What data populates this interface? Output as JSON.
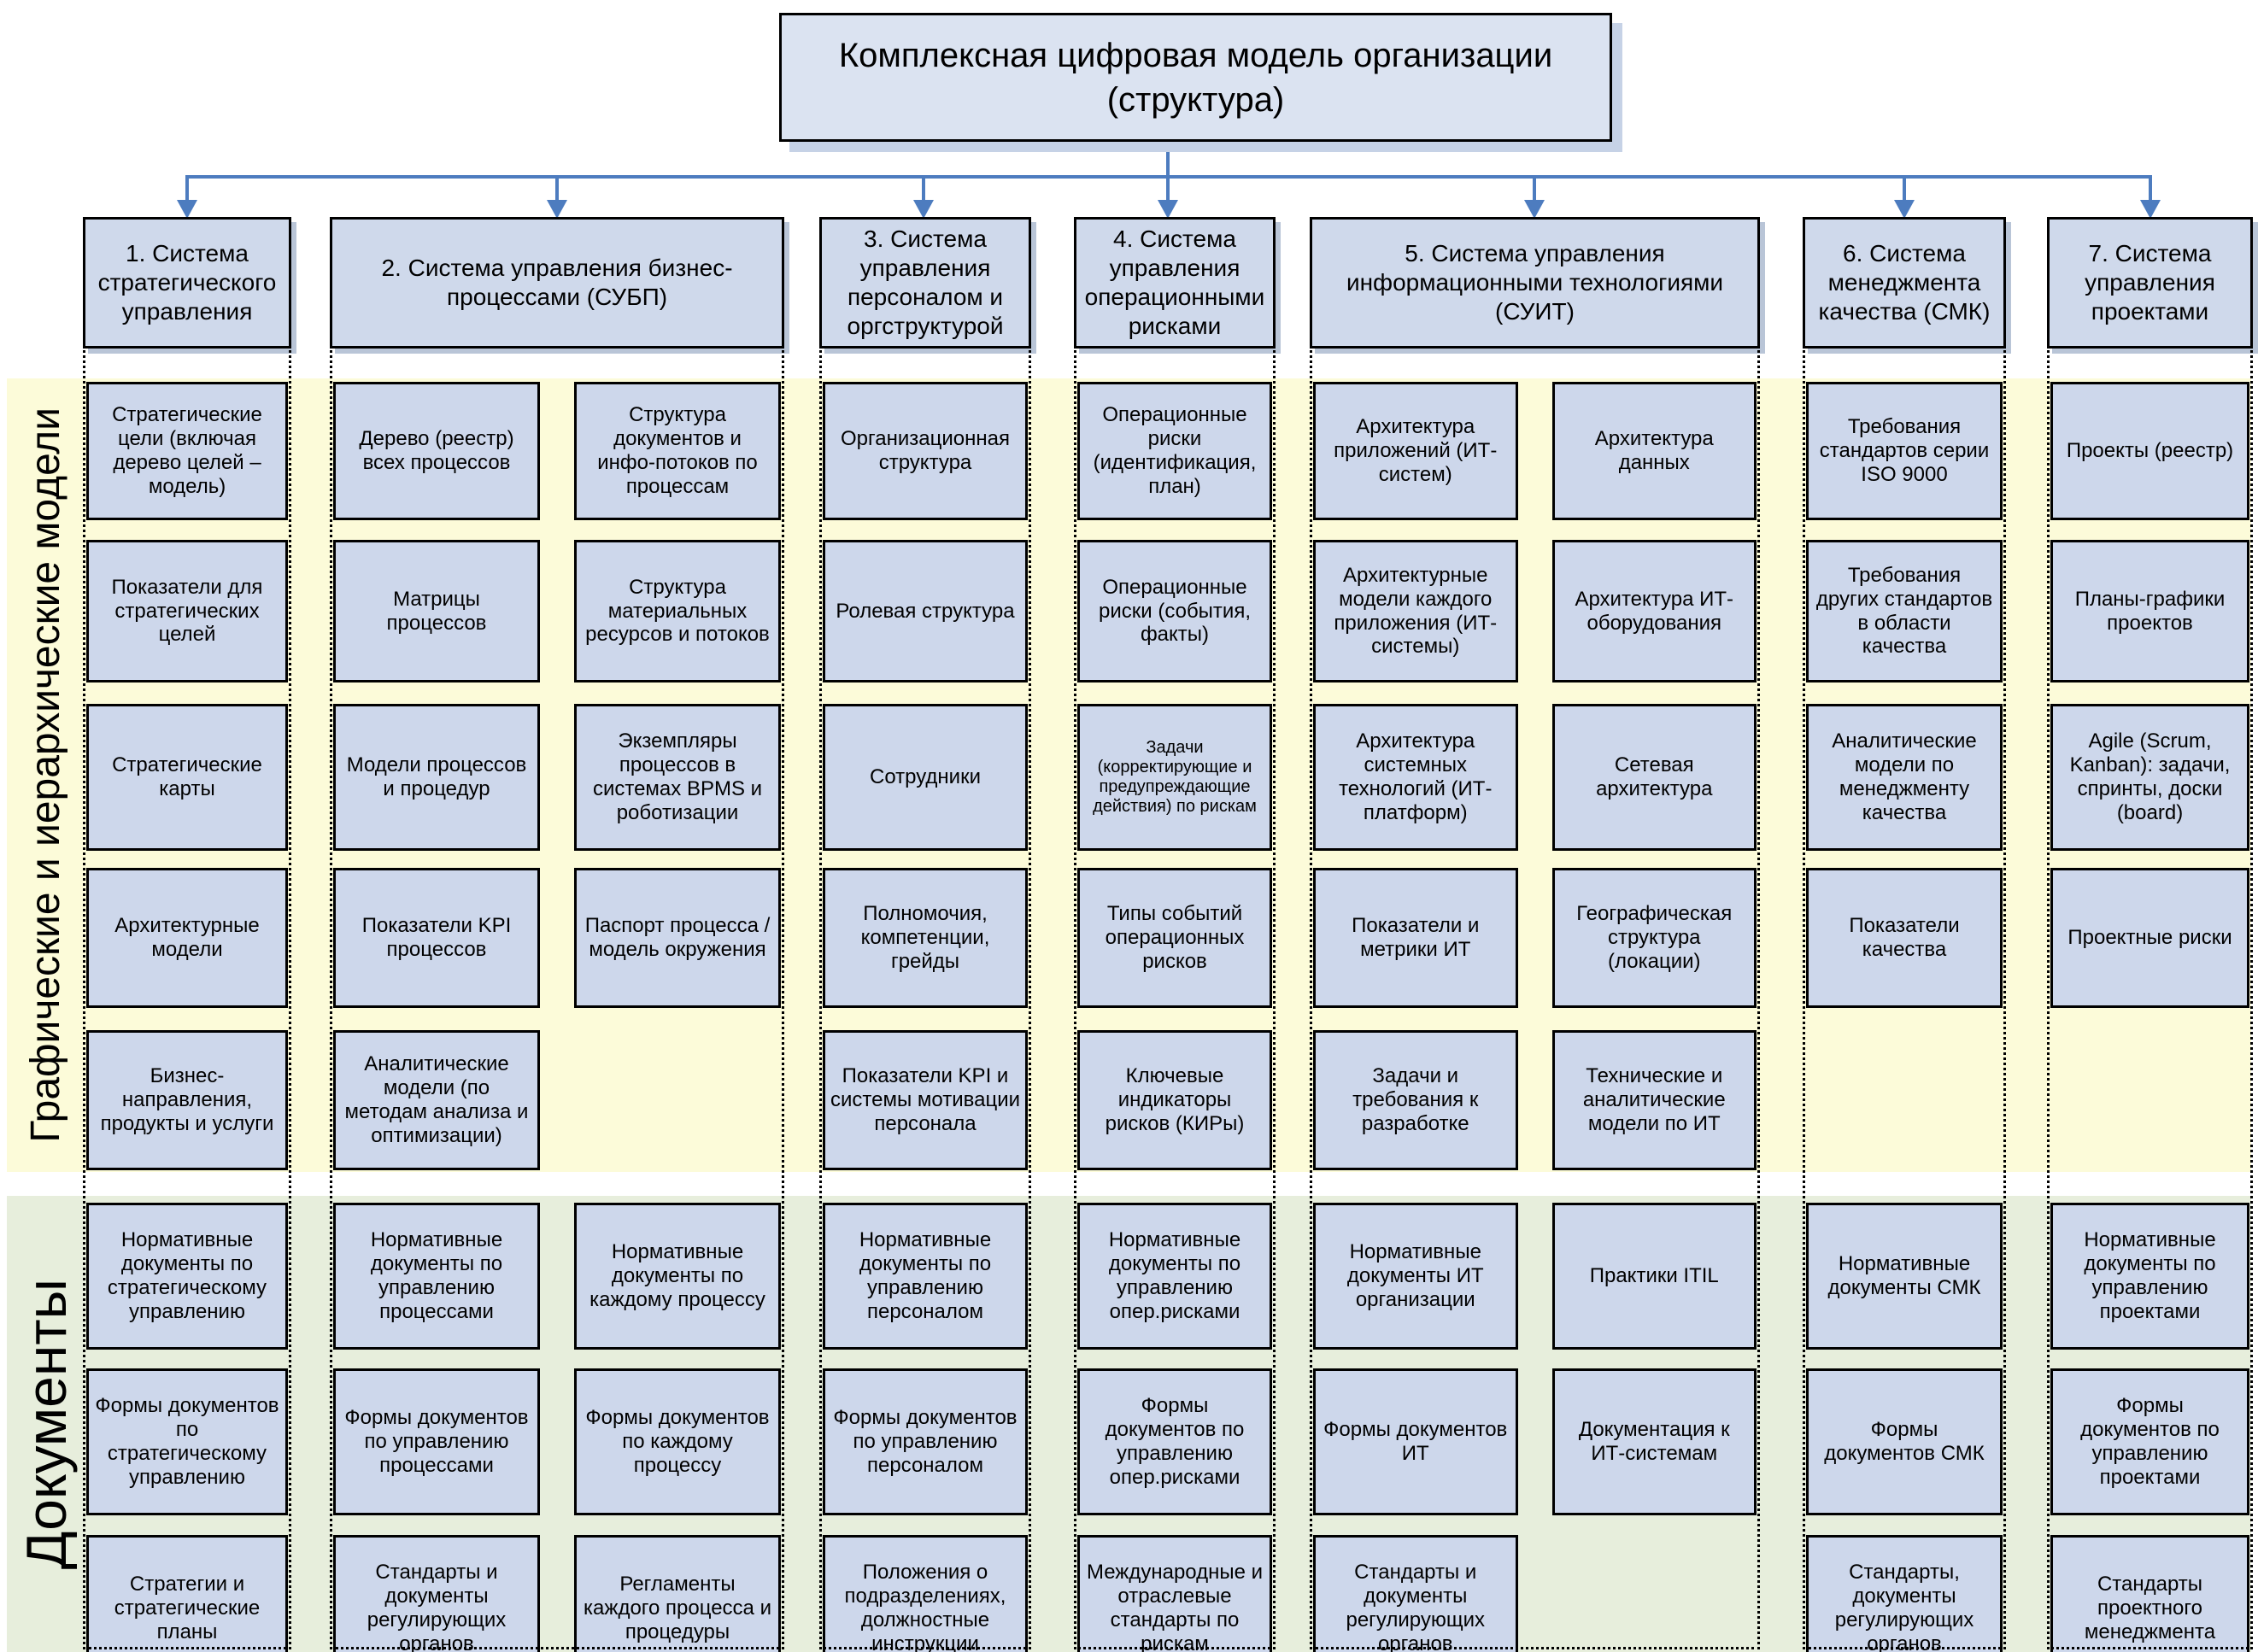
{
  "title": "Комплексная цифровая модель организации (структура)",
  "side_labels": {
    "models": "Графические и иерархические модели",
    "documents": "Документы"
  },
  "colors": {
    "title_fill": "#dbe3f1",
    "header_fill": "#cfd9eb",
    "box_fill": "#cdd7eb",
    "band_yellow": "#fcfbd9",
    "band_green": "#e7eedc",
    "connector_blue": "#4d7cbf",
    "border": "#000000"
  },
  "columns": [
    {
      "header": "1. Система стратегического управления",
      "models": [
        "Стратегические цели (включая дерево целей – модель)",
        "Показатели для стратегических целей",
        "Стратегические карты",
        "Архитектурные модели",
        "Бизнес-направления, продукты и услуги"
      ],
      "documents": [
        "Нормативные документы по стратегическому управлению",
        "Формы документов по стратегическому управлению",
        "Стратегии и стратегические планы"
      ]
    },
    {
      "header": "2. Система управления бизнес-процессами (СУБП)",
      "models_left": [
        "Дерево (реестр) всех процессов",
        "Матрицы процессов",
        "Модели процессов и процедур",
        "Показатели KPI процессов",
        "Аналитические модели (по методам анализа и оптимизации)"
      ],
      "models_right": [
        "Структура документов и инфо-потоков по процессам",
        "Структура материальных ресурсов и потоков",
        "Экземпляры процессов в системах BPMS и роботизации",
        "Паспорт процесса / модель окружения"
      ],
      "documents_left": [
        "Нормативные документы по управлению процессами",
        "Формы документов по управлению процессами",
        "Стандарты и документы регулирующих органов"
      ],
      "documents_right": [
        "Нормативные документы по каждому процессу",
        "Формы документов по каждому процессу",
        "Регламенты каждого процесса и процедуры"
      ]
    },
    {
      "header": "3. Система управления персоналом и оргструктурой",
      "models": [
        "Организационная структура",
        "Ролевая структура",
        "Сотрудники",
        "Полномочия, компетенции, грейды",
        "Показатели KPI и системы мотивации персонала"
      ],
      "documents": [
        "Нормативные документы по управлению персоналом",
        "Формы документов по управлению персоналом",
        "Положения о подразделениях, должностные инструкции"
      ]
    },
    {
      "header": "4. Система управления операционными рисками",
      "models": [
        "Операционные риски (идентификация, план)",
        "Операционные риски (события, факты)",
        "Задачи (корректирующие и предупреждающие действия) по рискам",
        "Типы событий операционных рисков",
        "Ключевые индикаторы рисков (КИРы)"
      ],
      "documents": [
        "Нормативные документы по управлению опер.рисками",
        "Формы документов по управлению опер.рисками",
        "Международные и отраслевые стандарты по рискам"
      ]
    },
    {
      "header": "5. Система управления информационными технологиями (СУИТ)",
      "models_left": [
        "Архитектура приложений (ИТ-систем)",
        "Архитектурные модели каждого приложения (ИТ-системы)",
        "Архитектура системных технологий (ИТ-платформ)",
        "Показатели и метрики ИТ",
        "Задачи и требования к разработке"
      ],
      "models_right": [
        "Архитектура данных",
        "Архитектура ИТ-оборудования",
        "Сетевая архитектура",
        "Географическая структура (локации)",
        "Технические и аналитические модели по ИТ"
      ],
      "documents_left": [
        "Нормативные документы ИТ организации",
        "Формы документов ИТ",
        "Стандарты и документы регулирующих органов"
      ],
      "documents_right": [
        "Практики ITIL",
        "Документация к ИТ-системам"
      ]
    },
    {
      "header": "6. Система менеджмента качества (СМК)",
      "models": [
        "Требования стандартов серии ISO 9000",
        "Требования других стандартов в области качества",
        "Аналитические модели по менеджменту качества",
        "Показатели качества"
      ],
      "documents": [
        "Нормативные документы СМК",
        "Формы документов СМК",
        "Стандарты, документы регулирующих органов"
      ]
    },
    {
      "header": "7. Система управления проектами",
      "models": [
        "Проекты (реестр)",
        "Планы-графики проектов",
        "Agile (Scrum, Kanban): задачи, спринты, доски (board)",
        "Проектные риски"
      ],
      "documents": [
        "Нормативные документы по управлению проектами",
        "Формы документов по управлению проектами",
        "Стандарты проектного менеджмента"
      ]
    }
  ]
}
